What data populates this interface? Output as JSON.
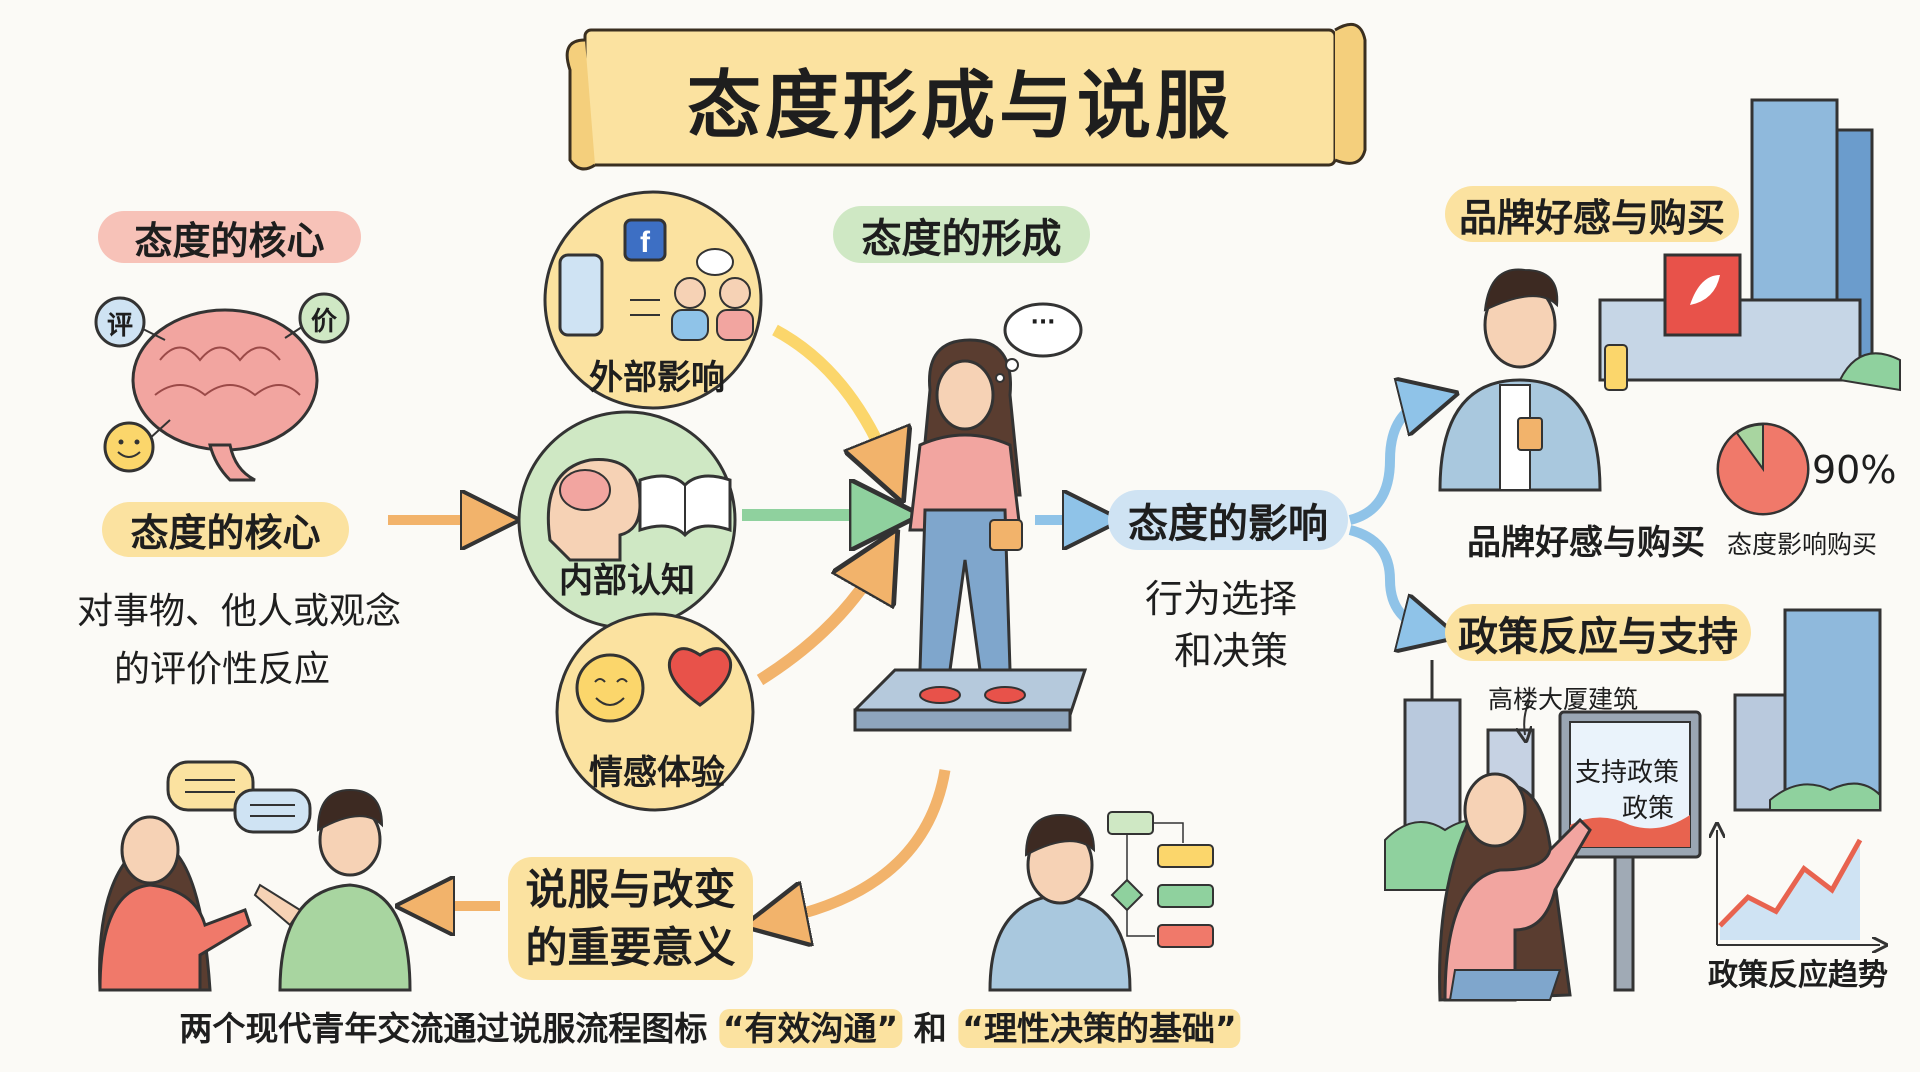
{
  "title": "态度形成与说服",
  "core": {
    "label_top": "态度的核心",
    "bubble_eval": "评",
    "bubble_value": "价",
    "label": "态度的核心",
    "desc_line1": "对事物、他人或观念",
    "desc_line2": "的评价性反应"
  },
  "formation": {
    "label": "态度的形成",
    "circles": [
      {
        "label": "外部影响"
      },
      {
        "label": "内部认知"
      },
      {
        "label": "情感体验"
      }
    ],
    "thought_bubble": "···"
  },
  "influence": {
    "label": "态度的影响",
    "line1": "行为选择",
    "line2": "和决策"
  },
  "brand": {
    "label": "品牌好感与购买",
    "pie_percent": 90,
    "pie_label": "90%",
    "caption": "品牌好感与购买",
    "caption_small": "态度影响购买"
  },
  "policy": {
    "label": "政策反应与支持",
    "building_note": "高楼大厦建筑",
    "billboard_line1": "支持政策",
    "billboard_line2": "政策",
    "trend_label": "政策反应趋势",
    "trend_values": [
      1,
      3,
      2,
      5,
      3.5,
      7
    ]
  },
  "persuasion": {
    "line1": "说服与改变",
    "line2": "的重要意义"
  },
  "caption": {
    "prefix": "两个现代青年交流通过说服流程图标",
    "quote1": "“有效沟通”",
    "middle": "和",
    "quote2": "“理性决策的基础”"
  },
  "colors": {
    "yellow": "#fbe2a0",
    "pink": "#f7c2b8",
    "green": "#cfe8c4",
    "blue_arrow": "#8fc3e8",
    "orange_arrow": "#f2b36b"
  }
}
